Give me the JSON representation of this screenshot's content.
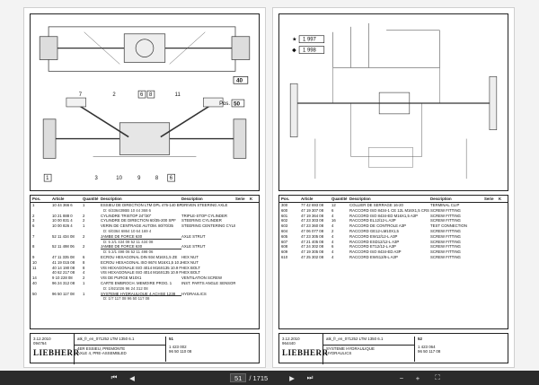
{
  "left_page": {
    "drawing": {
      "callout_top": "40",
      "pos_label": "Pos.",
      "pos_value": "50",
      "callouts_left": [
        "7",
        "2",
        "6",
        "8",
        "11"
      ],
      "callouts_bottom": [
        "1",
        "3",
        "10",
        "9",
        "8",
        "6"
      ]
    },
    "table": {
      "headers": [
        "Pos.",
        "Article",
        "Quantité",
        "Description",
        "Description",
        "Serie",
        "K"
      ],
      "rows": [
        {
          "pos": "1",
          "article": "10 44 366 6",
          "qty": "1",
          "desc_fr": "ESSIEU DE DIRECTION LTM DPL 476-140 BP",
          "desc_en": "DRIVEN STEERING AXLE",
          "cls": ""
        },
        {
          "pos": "",
          "article": "",
          "qty": "",
          "desc_fr": "D: 6/336439BB       10 44 368 6",
          "desc_en": "",
          "cls": "sub"
        },
        {
          "pos": "2",
          "article": "10 21 888 0",
          "qty": "2",
          "desc_fr": "CYLINDRE TRISTOP 24\"/30\"",
          "desc_en": "TRIPLE-STOP CYLINDER",
          "cls": ""
        },
        {
          "pos": "3",
          "article": "10 00 831 4",
          "qty": "2",
          "desc_fr": "CYLINDRE DE DIRECTION 60/35-200 SPF",
          "desc_en": "STEERING CYLINDER",
          "cls": ""
        },
        {
          "pos": "6",
          "article": "10 00 826 4",
          "qty": "1",
          "desc_fr": "VERIN DE CENTRAGE AUTOM. 80/70/35",
          "desc_en": "STEERING CENTERING CYLIN",
          "cls": ""
        },
        {
          "pos": "",
          "article": "",
          "qty": "",
          "desc_fr": "D: 6/0364 6864       10 64 169 4",
          "desc_en": "",
          "cls": "sub"
        },
        {
          "pos": "7",
          "article": "52 11 434 08",
          "qty": "2",
          "desc_fr": "JAMBE DE FORCE 630",
          "desc_en": "AXLE STRUT",
          "cls": "hl"
        },
        {
          "pos": "",
          "article": "",
          "qty": "",
          "desc_fr": "D: 5 2/1 434 08    52 11 434 08",
          "desc_en": "",
          "cls": "sub"
        },
        {
          "pos": "8",
          "article": "52 11 498 06",
          "qty": "2",
          "desc_fr": "JAMBE DE FORCE 630",
          "desc_en": "AXLE STRUT",
          "cls": "hl"
        },
        {
          "pos": "",
          "article": "",
          "qty": "",
          "desc_fr": "D: 5 2/1 498 06    52 11 498 06",
          "desc_en": "",
          "cls": "sub"
        },
        {
          "pos": "9",
          "article": "47 11 335 08",
          "qty": "6",
          "desc_fr": "ECROU HEXAGONAL DIN 934 M16X1,5 ZE",
          "desc_en": "HEX NUT",
          "cls": ""
        },
        {
          "pos": "10",
          "article": "41 19 015 08",
          "qty": "8",
          "desc_fr": "ECROU HEXAGONAL ISO 8674 M16X1,5 10 ZE",
          "desc_en": "HEX NUT",
          "cls": ""
        },
        {
          "pos": "11",
          "article": "40 14 190 08",
          "qty": "8",
          "desc_fr": "VIS HEXAGONALE ISO 4014 M16X135 10.9 F",
          "desc_en": "HEX BOLT",
          "cls": ""
        },
        {
          "pos": "",
          "article": "40 62 217 08",
          "qty": "4",
          "desc_fr": "VIS HEXAGONALE ISO 4014 M16X135 10.9 F",
          "desc_en": "HEX BOLT",
          "cls": ""
        },
        {
          "pos": "14",
          "article": "9 10 228 08",
          "qty": "2",
          "desc_fr": "VIS DE PURGE M10X1",
          "desc_en": "VENTILATION SCREW",
          "cls": ""
        },
        {
          "pos": "40",
          "article": "96 24 312 08",
          "qty": "1",
          "desc_fr": "CARTE EMBROCH. MEMOIRE PROG. 1",
          "desc_en": "INST. PARTS ANGLE SENSOR",
          "cls": ""
        },
        {
          "pos": "",
          "article": "",
          "qty": "",
          "desc_fr": "D: 1/921026        96 24 312 08",
          "desc_en": "",
          "cls": "sub"
        },
        {
          "pos": "50",
          "article": "96 50 117 08",
          "qty": "1",
          "desc_fr": "SYSTEME HYDRAULIQUE 4.ACHSE 1238",
          "desc_en": "HYDRAULICS",
          "cls": "hl"
        },
        {
          "pos": "",
          "article": "",
          "qty": "",
          "desc_fr": "D: 1/7 117 08      96 50 117 08",
          "desc_en": "",
          "cls": "sub"
        }
      ]
    },
    "footer": {
      "date": "3.12.2010",
      "doc": "094764",
      "logo": "LIEBHERR",
      "file": "atk_fr_en_071252 LTM 1350 6.1",
      "title_fr": "4ER ESSIEU, PREMONTE",
      "title_en": "AXLE 4, PRE-ASSEMBLED",
      "page": "51",
      "ref1": "1 423 002",
      "ref2": "96 50 110 08"
    }
  },
  "right_page": {
    "drawing": {
      "legend_1": "1 997",
      "legend_2": "1 998"
    },
    "table": {
      "headers": [
        "Pos.",
        "Article",
        "Quantité",
        "Description",
        "Description",
        "Serie",
        "K"
      ],
      "rows": [
        {
          "pos": "300",
          "article": "77 42 693 08",
          "qty": "12",
          "desc_fr": "COLLIER DE SERRAGE 16-20",
          "desc_en": "TERMINAL CLIP",
          "cls": ""
        },
        {
          "pos": "600",
          "article": "47 19 307 08",
          "qty": "6",
          "desc_fr": "RACCORD ISO 8434-1 CE 12L M16X1,5 CRS",
          "desc_en": "SCREW FITTING",
          "cls": ""
        },
        {
          "pos": "601",
          "article": "47 19 364 08",
          "qty": "4",
          "desc_fr": "RACCORD ISO 8434-ED M16X1,5 A3P",
          "desc_en": "SCREW FITTING",
          "cls": ""
        },
        {
          "pos": "602",
          "article": "47 23 303 08",
          "qty": "16",
          "desc_fr": "RACCORD EL12/12-L A3P",
          "desc_en": "SCREW FITTING",
          "cls": ""
        },
        {
          "pos": "603",
          "article": "47 23 360 08",
          "qty": "4",
          "desc_fr": "RACCORD DE CONTROLE A3P",
          "desc_en": "TEST CONNECTION",
          "cls": ""
        },
        {
          "pos": "604",
          "article": "47 06 077 08",
          "qty": "2",
          "desc_fr": "RACCORD GE12-LM10X1,5",
          "desc_en": "SCREW FITTING",
          "cls": ""
        },
        {
          "pos": "605",
          "article": "47 23 305 08",
          "qty": "4",
          "desc_fr": "RACCORD EW12/12-L A3P",
          "desc_en": "SCREW FITTING",
          "cls": ""
        },
        {
          "pos": "607",
          "article": "47 21 405 08",
          "qty": "4",
          "desc_fr": "RACCORD ESD12/12-L A3P",
          "desc_en": "SCREW FITTING",
          "cls": ""
        },
        {
          "pos": "608",
          "article": "47 24 302 08",
          "qty": "6",
          "desc_fr": "RACCORD ET12/12-L A3P",
          "desc_en": "SCREW FITTING",
          "cls": ""
        },
        {
          "pos": "609",
          "article": "47 19 305 08",
          "qty": "4",
          "desc_fr": "RACCORD ISO 8434-ED A3P",
          "desc_en": "SCREW FITTING",
          "cls": ""
        },
        {
          "pos": "610",
          "article": "47 25 302 08",
          "qty": "4",
          "desc_fr": "RACCORD EWS12/8-L A3P",
          "desc_en": "SCREW FITTING",
          "cls": ""
        }
      ]
    },
    "footer": {
      "date": "3.12.2010",
      "doc": "964440",
      "logo": "LIEBHERR",
      "file": "atk_fr_en_071252 LTM 1350 6.1",
      "title_fr": "SYSTEME HYDRAULIQUE",
      "title_en": "HYDRAULICS",
      "page": "52",
      "ref1": "1 423 064",
      "ref2": "96 50 117 08"
    }
  },
  "toolbar": {
    "page_current": "51",
    "page_total": "/ 1715"
  }
}
